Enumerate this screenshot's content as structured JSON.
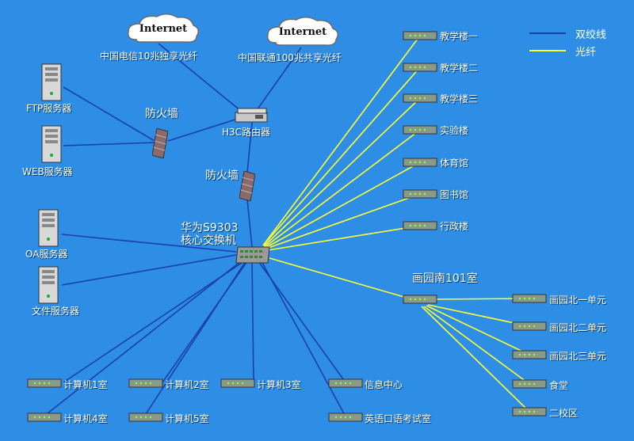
{
  "colors": {
    "background": "#2e8de4",
    "twisted_pair": "#1a3fae",
    "fiber": "#ffff33"
  },
  "legend": {
    "twisted_pair": "双绞线",
    "fiber": "光纤"
  },
  "internet": {
    "telecom": {
      "cloud": "Internet",
      "label": "中国电信10兆独享光纤"
    },
    "unicom": {
      "cloud": "Internet",
      "label": "中国联通100兆共享光纤"
    }
  },
  "router": {
    "label": "H3C路由器",
    "icon": "router-icon"
  },
  "firewall_top": {
    "label": "防火墙",
    "icon": "firewall-icon"
  },
  "firewall_mid": {
    "label": "防火墙",
    "icon": "firewall-icon"
  },
  "core": {
    "line1": "华为S9303",
    "line2": "核心交换机",
    "icon": "switch-icon"
  },
  "servers": [
    "FTP服务器",
    "WEB服务器",
    "OA服务器",
    "文件服务器"
  ],
  "buildings": [
    "教学楼一",
    "教学楼二",
    "教学楼三",
    "实验楼",
    "体育馆",
    "图书馆",
    "行政楼"
  ],
  "south": {
    "label": "画园南101室"
  },
  "south_branches": [
    "画园北一单元",
    "画园北二单元",
    "画园北三单元",
    "食堂",
    "二校区"
  ],
  "labs": [
    "计算机1室",
    "计算机2室",
    "计算机3室",
    "信息中心",
    "计算机4室",
    "计算机5室",
    "英语口语考试室"
  ]
}
